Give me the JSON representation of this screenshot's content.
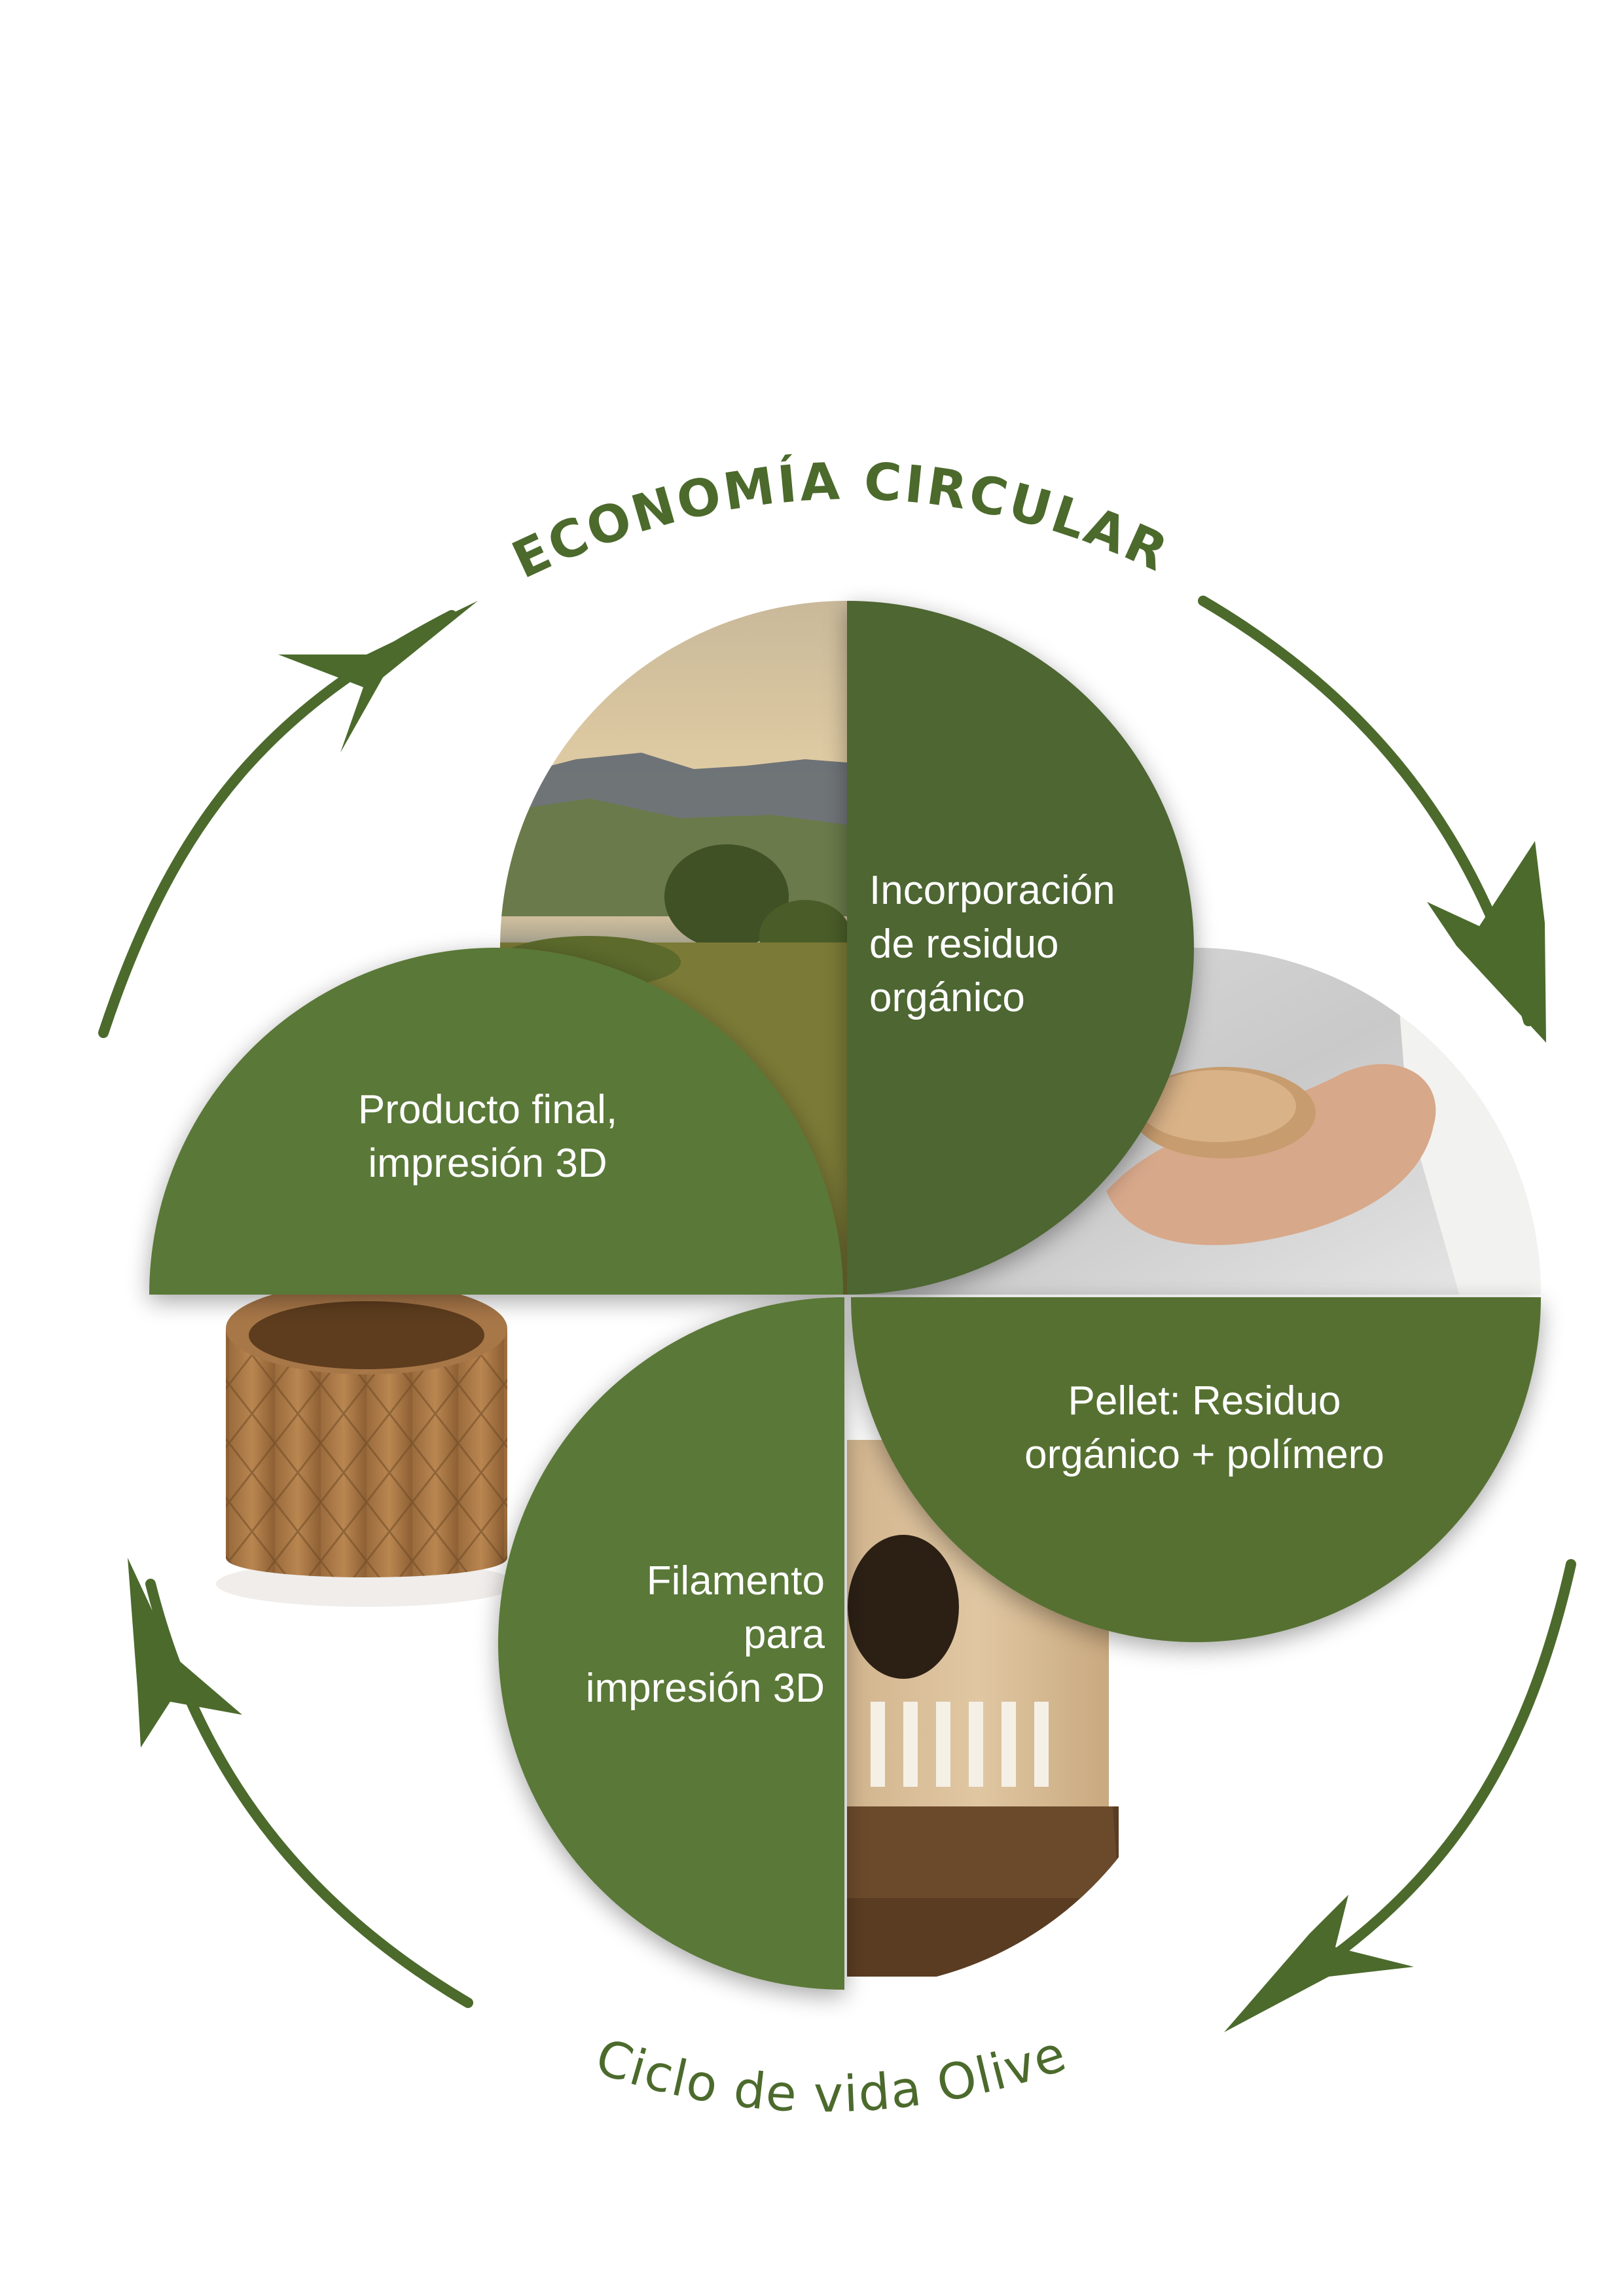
{
  "title_top": "ECONOMÍA CIRCULAR",
  "title_bottom": "Ciclo de vida Olive",
  "colors": {
    "dark_green": "#4d6630",
    "mid_green": "#5a7838",
    "arrow_green": "#4b6a2c"
  },
  "segments": [
    {
      "id": "organic-waste",
      "label": "Incorporación\nde residuo\norgánico",
      "image": "olive-landscape-photo"
    },
    {
      "id": "pellet",
      "label": "Pellet: Residuo\norgánico + polímero",
      "image": "pellets-in-hand-photo"
    },
    {
      "id": "filament",
      "label": "Filamento\npara\nimpresión 3D",
      "image": "filament-spool-photo"
    },
    {
      "id": "final-product",
      "label": "Producto final,\nimpresión 3D",
      "image": "3d-printed-vase-photo"
    }
  ],
  "arrows": [
    "top-left-arrow",
    "top-right-arrow",
    "bottom-right-arrow",
    "bottom-left-arrow"
  ]
}
